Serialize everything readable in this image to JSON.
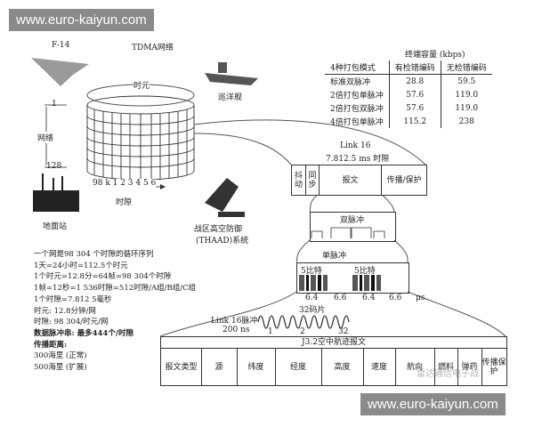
{
  "watermark": {
    "top": "www.euro-kaiyun.com",
    "bottom": "www.euro-kaiyun.com",
    "faint": "雷达通信电子战"
  },
  "network": {
    "title": "TDMA网络",
    "epoch": "时元",
    "net_label": "网络",
    "net_start": "1",
    "net_end": "128",
    "slot_numbers": "98 k   1 2 3 4 5 6",
    "slot_label": "时隙"
  },
  "platforms": {
    "f14": "F-14",
    "cruiser": "巡洋舰",
    "ground": "地面站",
    "thaad_line1": "战区高空防御",
    "thaad_line2": "(THAAD)系统"
  },
  "capacity_table": {
    "title": "终端容量 (kbps)",
    "headers": [
      "4种打包模式",
      "有检错编码",
      "无检错编码"
    ],
    "rows": [
      [
        "标准双脉冲",
        "28.8",
        "59.5"
      ],
      [
        "2倍打包单脉冲",
        "57.6",
        "119.0"
      ],
      [
        "2倍打包双脉冲",
        "57.6",
        "119.0"
      ],
      [
        "4倍打包单脉冲",
        "115.2",
        "238"
      ]
    ]
  },
  "slot": {
    "title": "Link 16",
    "subtitle": "7.812.5 ms 时隙",
    "fields": [
      "抖动",
      "同步",
      "报文",
      "传播/保护"
    ]
  },
  "pulses": {
    "double": "双脉冲",
    "single": "单脉冲",
    "bits1": "5比特",
    "bits2": "5比特",
    "timings": [
      "6.4",
      "6.6",
      "6.4",
      "6.6"
    ],
    "unit": "μs",
    "chips": "32码片"
  },
  "waveform": {
    "label": "Link 16脉冲",
    "duration": "200 ns",
    "ticks": [
      "1",
      "2",
      "32"
    ]
  },
  "message": {
    "title": "J3.2空中航迹报文",
    "fields": [
      "报文类型",
      "源",
      "纬度",
      "经度",
      "高度",
      "速度",
      "航向",
      "燃料",
      "弹药",
      "传播保护"
    ]
  },
  "notes": [
    "一个网是98 304 个时隙的循环序列",
    "1天=24小时=112.5个时元",
    "1个时元=12.8分=64帧=98 304个时隙",
    "1帧=12秒=1 536时隙=512时隙/A组/B组/C组",
    "1个时隙=7.812 5毫秒",
    "时元: 12.8分钟/网",
    "时隙: 98 304/时元/网",
    "数据脉冲串: 最多444个/时隙",
    "传播距离:",
    "300海里 (正常)",
    "500海里 (扩展)"
  ]
}
